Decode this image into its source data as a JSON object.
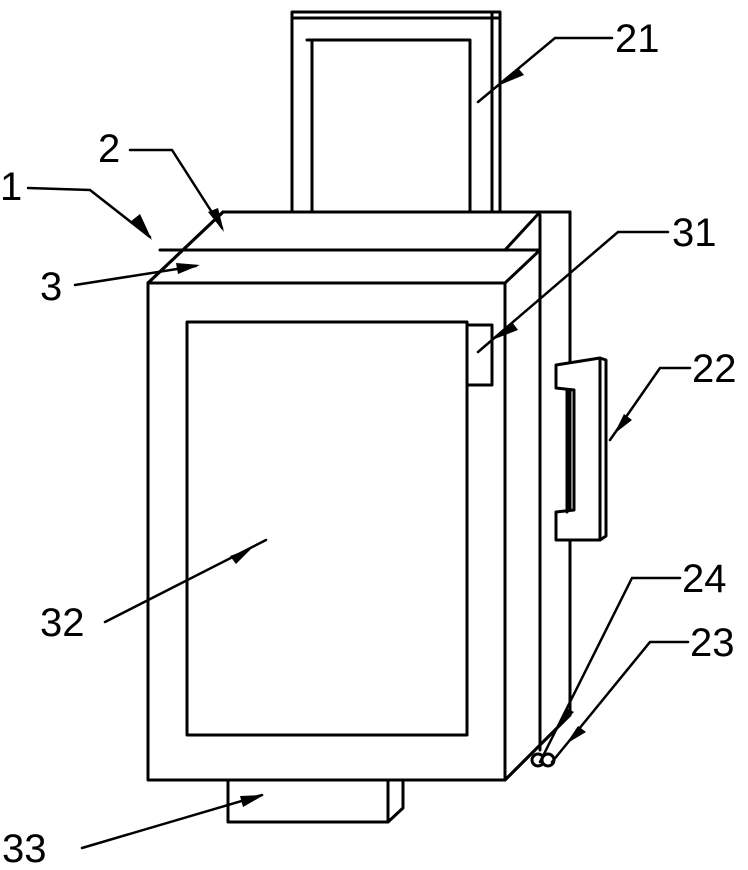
{
  "labels": {
    "l1": "1",
    "l2": "2",
    "l3": "3",
    "l21": "21",
    "l22": "22",
    "l23": "23",
    "l24": "24",
    "l31": "31",
    "l32": "32",
    "l33": "33"
  },
  "colors": {
    "line": "#000000",
    "background": "#ffffff"
  }
}
